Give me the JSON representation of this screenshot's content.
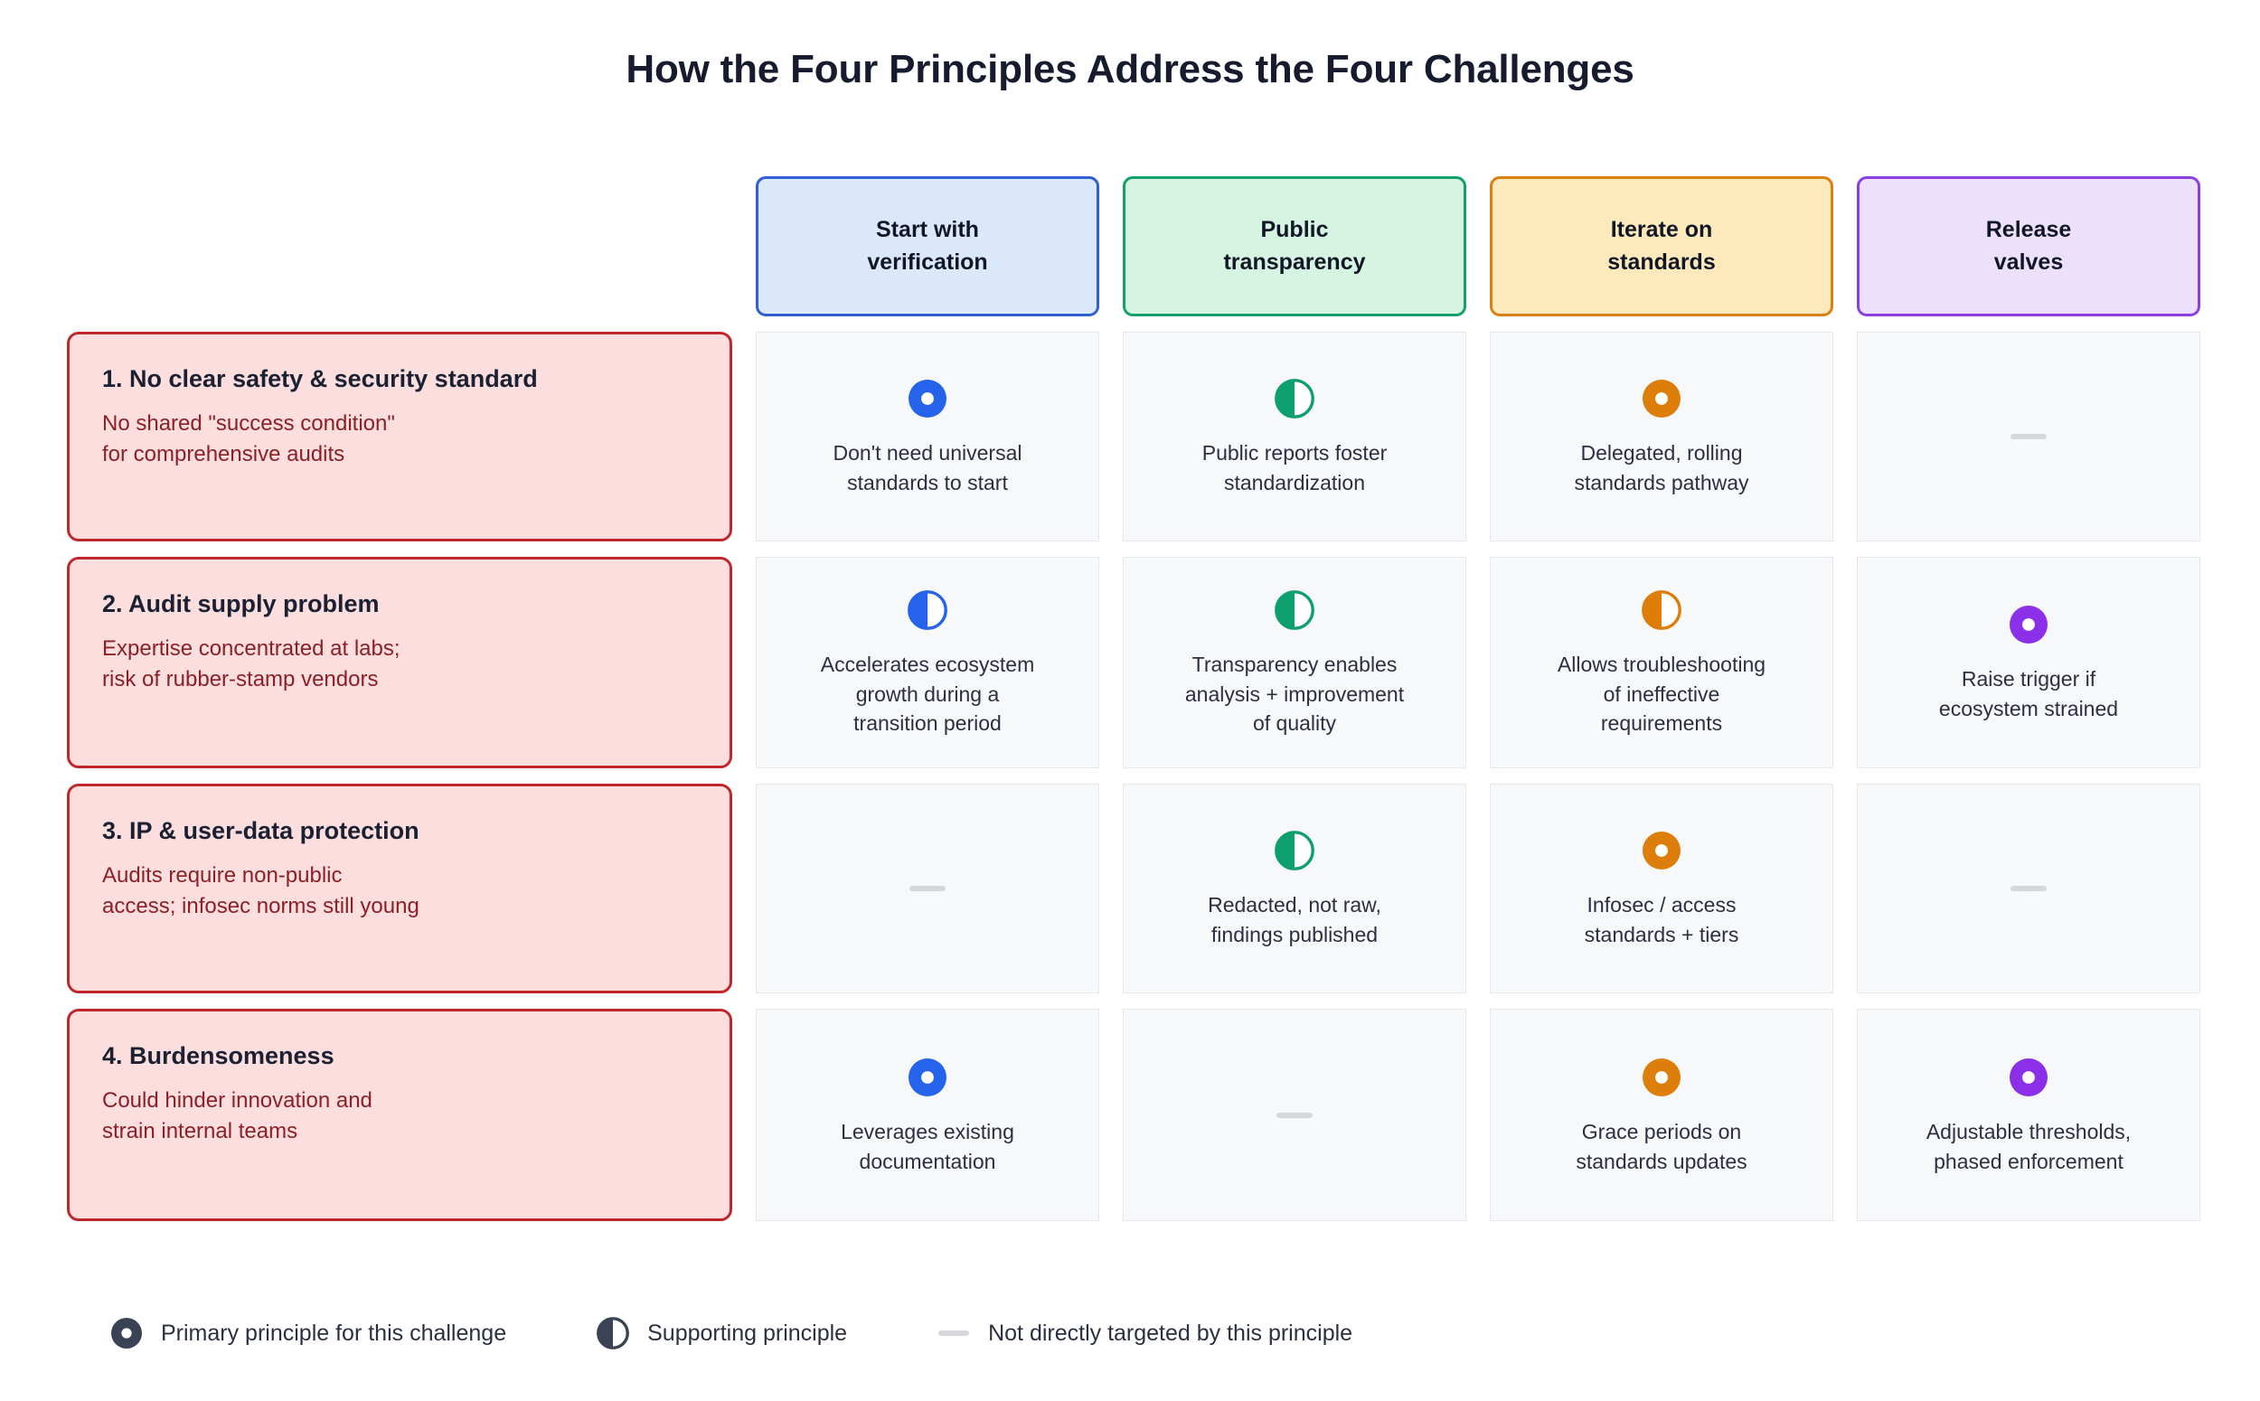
{
  "title": "How the Four Principles Address the Four Challenges",
  "colors": {
    "blue": "#2f5fd0",
    "blue_fill": "#dbe7fb",
    "blue_mark": "#2563eb",
    "green": "#14a06d",
    "green_fill": "#d5f5e2",
    "green_mark": "#0e9f6e",
    "orange": "#d98110",
    "orange_fill": "#fde9bc",
    "orange_mark": "#dd7d0a",
    "purple": "#8b3fe0",
    "purple_fill": "#ece0fc",
    "purple_mark": "#8b2fe8",
    "challenge_border": "#c0272d",
    "challenge_fill": "#fbdedd",
    "challenge_text": "#8c2026",
    "cell_fill": "#f7f8fa",
    "cell_border": "#e6e8ec",
    "dash": "#d5d7dc",
    "legend_mark": "#3a4356"
  },
  "columns": [
    {
      "id": "start-with-verification",
      "line1": "Start with",
      "line2": "verification",
      "accent": "blue"
    },
    {
      "id": "public-transparency",
      "line1": "Public",
      "line2": "transparency",
      "accent": "green"
    },
    {
      "id": "iterate-on-standards",
      "line1": "Iterate on",
      "line2": "standards",
      "accent": "orange"
    },
    {
      "id": "release-valves",
      "line1": "Release",
      "line2": "valves",
      "accent": "purple"
    }
  ],
  "rows": [
    {
      "id": "no-clear-safety-security-standard",
      "title": "1. No clear safety & security standard",
      "sub_line1": "No shared \"success condition\"",
      "sub_line2": "for comprehensive audits"
    },
    {
      "id": "audit-supply-problem",
      "title": "2. Audit supply problem",
      "sub_line1": "Expertise concentrated at labs;",
      "sub_line2": "risk of rubber-stamp vendors"
    },
    {
      "id": "ip-user-data-protection",
      "title": "3. IP & user-data protection",
      "sub_line1": "Audits require non-public",
      "sub_line2": "access; infosec norms still young"
    },
    {
      "id": "burdensomeness",
      "title": "4. Burdensomeness",
      "sub_line1": "Could hinder innovation and",
      "sub_line2": "strain internal teams"
    }
  ],
  "cells": [
    [
      {
        "mark": "primary",
        "accent": "blue",
        "line1": "Don't need universal",
        "line2": "standards to start",
        "line3": ""
      },
      {
        "mark": "supporting",
        "accent": "green",
        "line1": "Public reports foster",
        "line2": "standardization",
        "line3": ""
      },
      {
        "mark": "primary",
        "accent": "orange",
        "line1": "Delegated, rolling",
        "line2": "standards pathway",
        "line3": ""
      },
      {
        "mark": "none",
        "accent": "purple",
        "line1": "",
        "line2": "",
        "line3": ""
      }
    ],
    [
      {
        "mark": "supporting",
        "accent": "blue",
        "line1": "Accelerates ecosystem",
        "line2": "growth during a",
        "line3": "transition period"
      },
      {
        "mark": "supporting",
        "accent": "green",
        "line1": "Transparency enables",
        "line2": "analysis + improvement",
        "line3": "of quality"
      },
      {
        "mark": "supporting",
        "accent": "orange",
        "line1": "Allows troubleshooting",
        "line2": "of ineffective",
        "line3": "requirements"
      },
      {
        "mark": "primary",
        "accent": "purple",
        "line1": "Raise trigger if",
        "line2": "ecosystem strained",
        "line3": ""
      }
    ],
    [
      {
        "mark": "none",
        "accent": "blue",
        "line1": "",
        "line2": "",
        "line3": ""
      },
      {
        "mark": "supporting",
        "accent": "green",
        "line1": "Redacted, not raw,",
        "line2": "findings published",
        "line3": ""
      },
      {
        "mark": "primary",
        "accent": "orange",
        "line1": "Infosec / access",
        "line2": "standards + tiers",
        "line3": ""
      },
      {
        "mark": "none",
        "accent": "purple",
        "line1": "",
        "line2": "",
        "line3": ""
      }
    ],
    [
      {
        "mark": "primary",
        "accent": "blue",
        "line1": "Leverages existing",
        "line2": "documentation",
        "line3": ""
      },
      {
        "mark": "none",
        "accent": "green",
        "line1": "",
        "line2": "",
        "line3": ""
      },
      {
        "mark": "primary",
        "accent": "orange",
        "line1": "Grace periods on",
        "line2": "standards updates",
        "line3": ""
      },
      {
        "mark": "primary",
        "accent": "purple",
        "line1": "Adjustable thresholds,",
        "line2": "phased enforcement",
        "line3": ""
      }
    ]
  ],
  "legend": [
    {
      "id": "primary",
      "mark": "primary",
      "label": "Primary principle for this challenge"
    },
    {
      "id": "supporting",
      "mark": "supporting",
      "label": "Supporting principle"
    },
    {
      "id": "none",
      "mark": "none",
      "label": "Not directly targeted by this principle"
    }
  ]
}
